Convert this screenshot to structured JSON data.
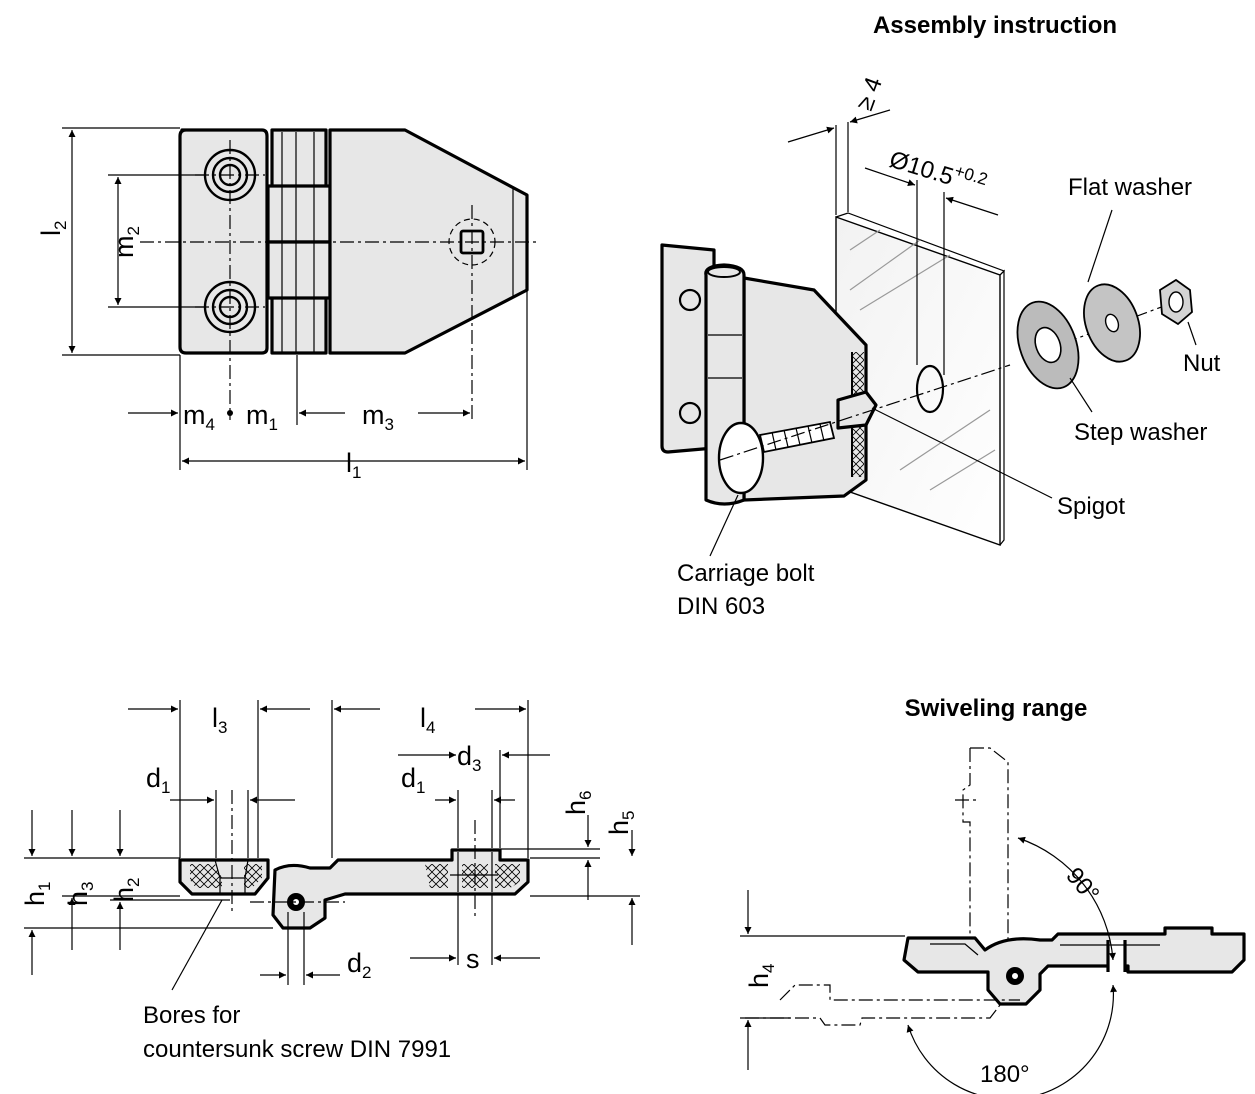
{
  "headings": {
    "assembly": "Assembly instruction",
    "swivel": "Swiveling range"
  },
  "dimensions": {
    "l1": "l",
    "l1_sub": "1",
    "l2": "l",
    "l2_sub": "2",
    "l3": "l",
    "l3_sub": "3",
    "l4": "l",
    "l4_sub": "4",
    "m1": "m",
    "m1_sub": "1",
    "m2": "m",
    "m2_sub": "2",
    "m3": "m",
    "m3_sub": "3",
    "m4": "m",
    "m4_sub": "4",
    "d1a": "d",
    "d1a_sub": "1",
    "d1b": "d",
    "d1b_sub": "1",
    "d2": "d",
    "d2_sub": "2",
    "d3": "d",
    "d3_sub": "3",
    "h1": "h",
    "h1_sub": "1",
    "h2": "h",
    "h2_sub": "2",
    "h3": "h",
    "h3_sub": "3",
    "h4": "h",
    "h4_sub": "4",
    "h5": "h",
    "h5_sub": "5",
    "h6": "h",
    "h6_sub": "6",
    "s": "s",
    "ge4": "≥ 4",
    "bore": "Ø10.5",
    "bore_tol": "+0.2",
    "angle90": "90°",
    "angle180": "180°"
  },
  "labels": {
    "flat_washer": "Flat washer",
    "nut": "Nut",
    "step_washer": "Step washer",
    "spigot": "Spigot",
    "carriage_bolt_1": "Carriage bolt",
    "carriage_bolt_2": "DIN 603",
    "bores_1": "Bores for",
    "bores_2": "countersunk screw DIN 7991"
  },
  "colors": {
    "line": "#000000",
    "part_fill": "#e7e7e7",
    "background": "#ffffff"
  }
}
